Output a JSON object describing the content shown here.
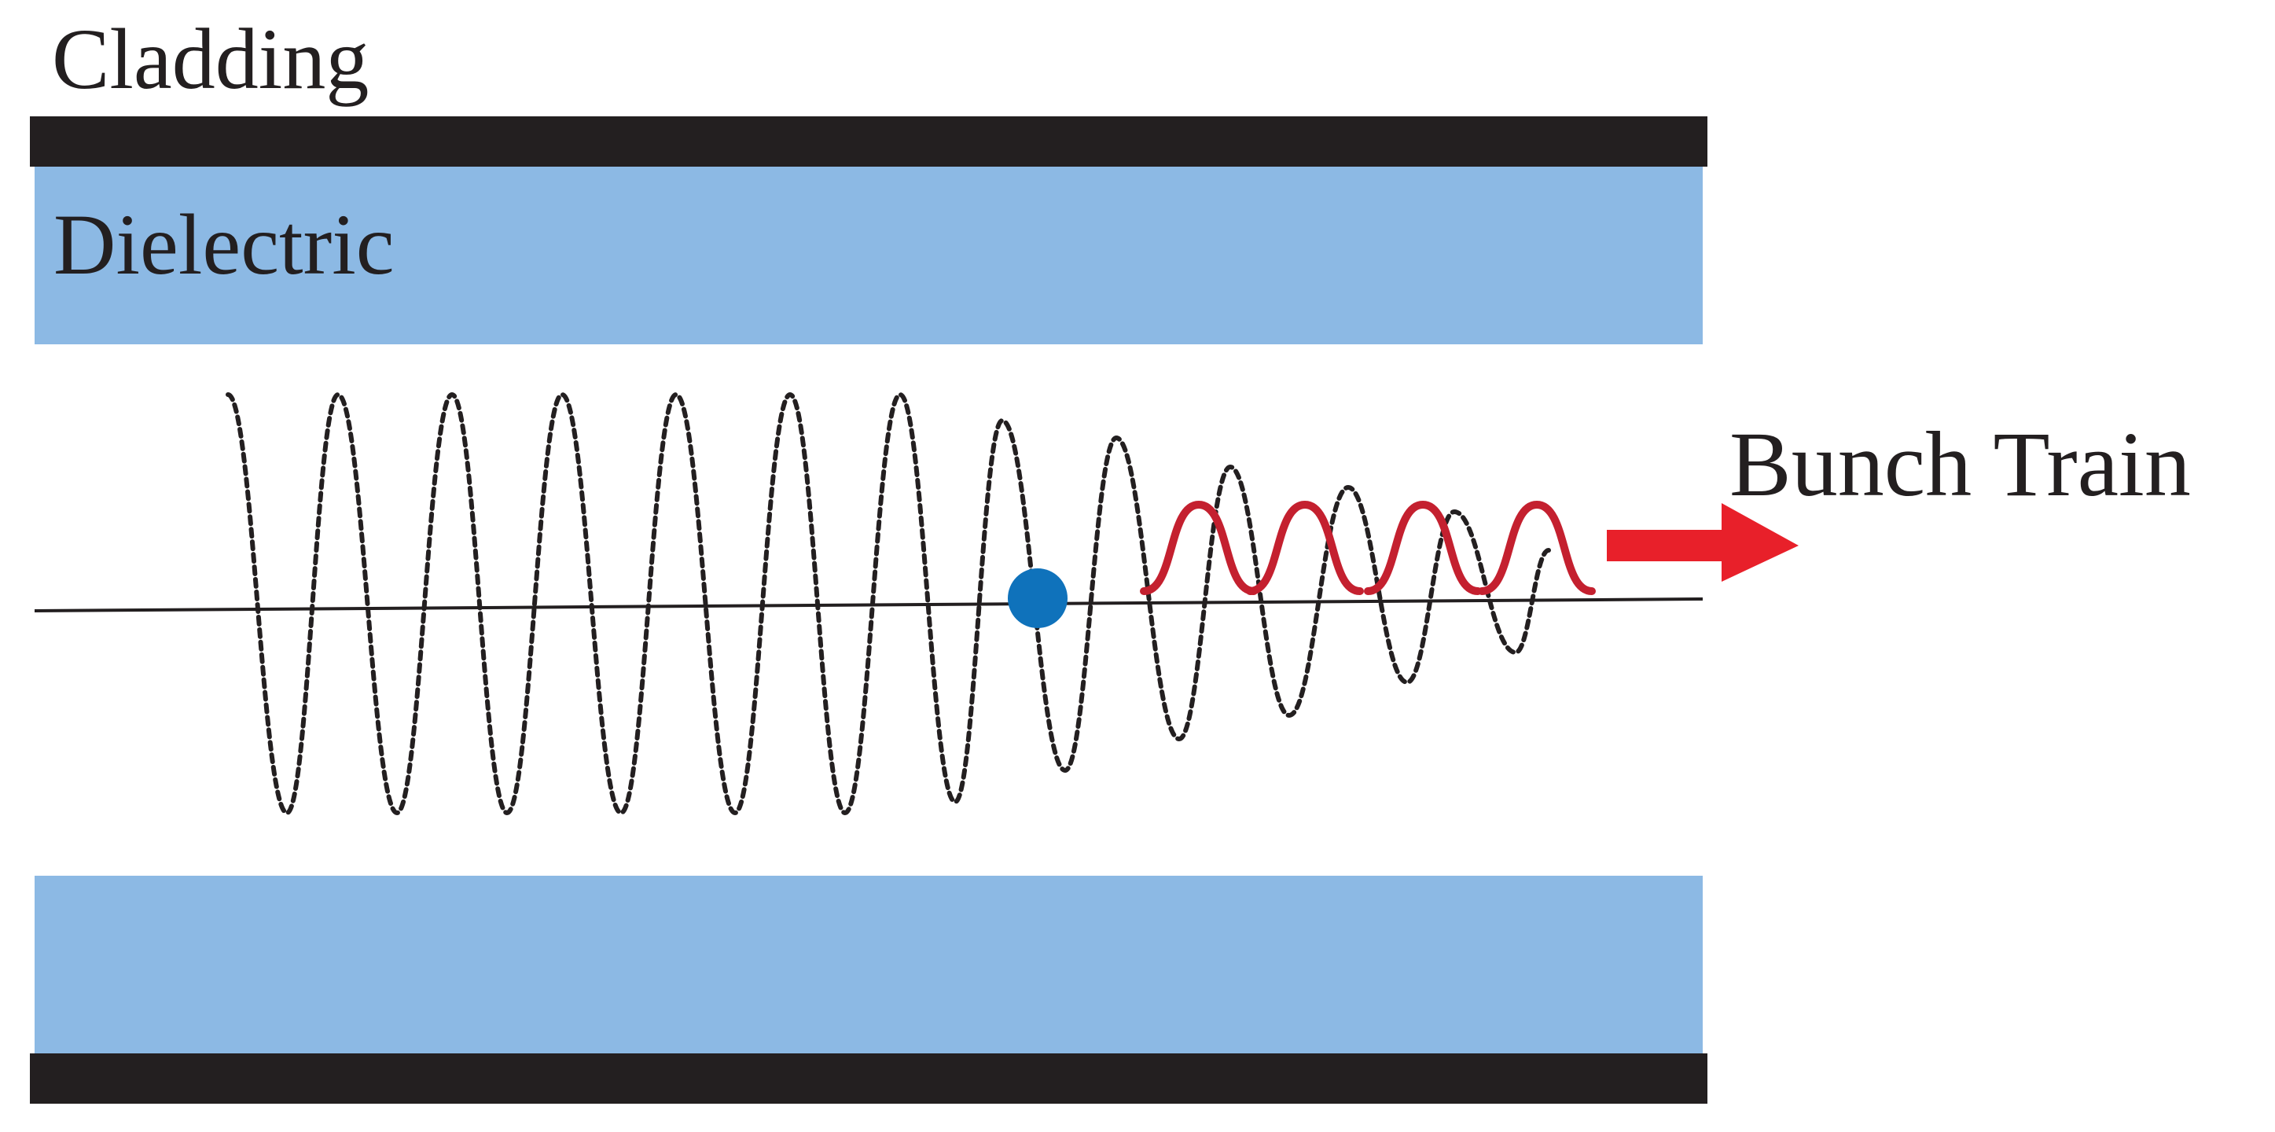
{
  "labels": {
    "cladding": "Cladding",
    "dielectric": "Dielectric",
    "bunch_train": "Bunch Train"
  },
  "colors": {
    "cladding": "#231f20",
    "dielectric": "#8cb9e4",
    "axis": "#231f20",
    "wake": "#231f20",
    "bunch_train": "#c4202f",
    "drive_bunch": "#0f72bb",
    "arrow": "#e8202a"
  },
  "wakefield": {
    "line_style": "dotted",
    "cycles": 12
  },
  "bunch_train": {
    "count": 4
  }
}
